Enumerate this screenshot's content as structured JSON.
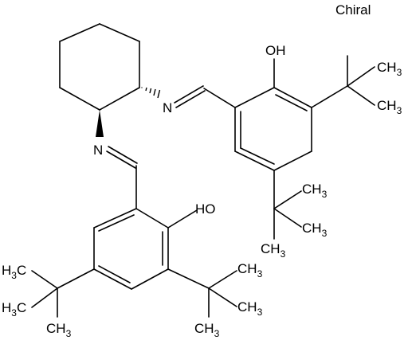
{
  "chiral_label": "Chiral",
  "atoms": {
    "oh_top": "OH",
    "oh_bottom": "HO",
    "n_top": "N",
    "n_bottom": "N",
    "h": "H",
    "c": "C",
    "sub3": "3"
  }
}
